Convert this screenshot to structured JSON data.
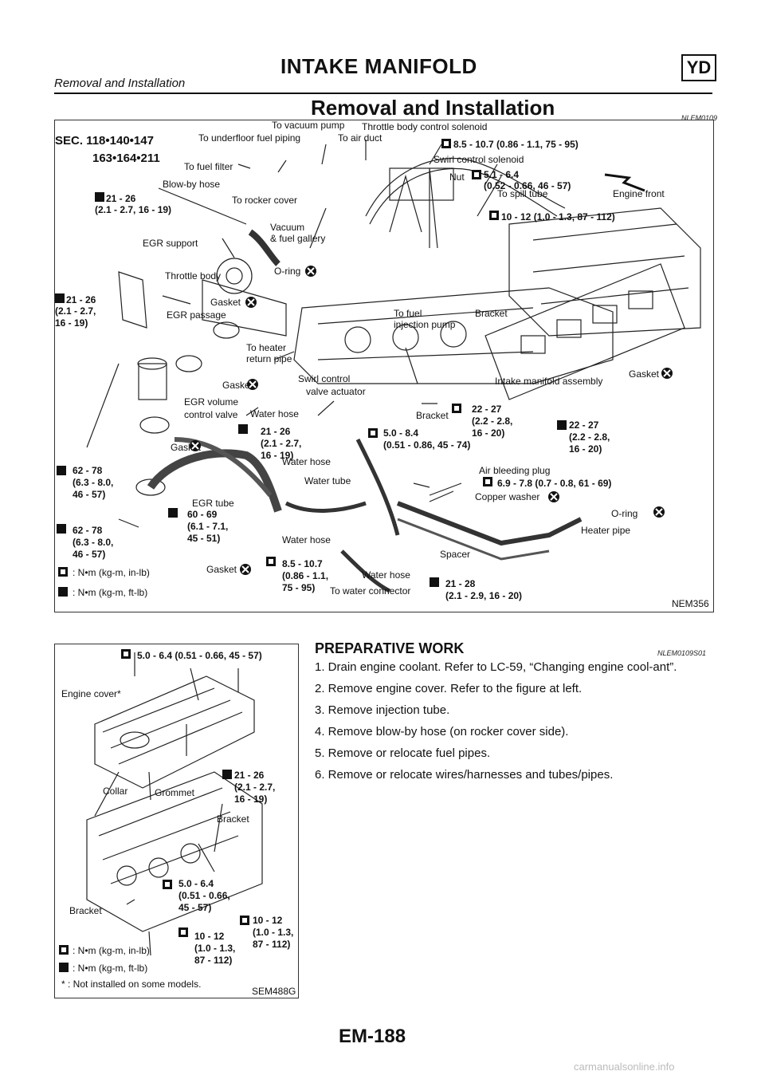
{
  "header": {
    "title": "INTAKE MANIFOLD",
    "badge": "YD",
    "subtitle": "Removal and Installation"
  },
  "section": {
    "title": "Removal and Installation",
    "ref": "NLEM0109"
  },
  "figure1": {
    "sec_line1": "SEC. 118•140•147",
    "sec_line2": "163•164•211",
    "code": "NEM356",
    "labels": {
      "to_vacuum_pump": "To vacuum pump",
      "throttle_solenoid": "Throttle body control solenoid",
      "to_underfloor": "To underfloor fuel piping",
      "to_air_duct": "To air duct",
      "torque_85_top": "8.5 - 10.7 (0.86 - 1.1, 75 - 95)",
      "to_fuel_filter": "To fuel filter",
      "swirl_solenoid": "Swirl control solenoid",
      "nut": "Nut",
      "torque_51_a": "5.1 - 6.4",
      "torque_51_b": "(0.52 - 0.66, 46 - 57)",
      "engine_front": "Engine front",
      "blowby": "Blow-by hose",
      "to_spill": "To spill tube",
      "torque_21_a1": "21 - 26",
      "torque_21_a2": "(2.1 - 2.7, 16 - 19)",
      "to_rocker": "To rocker cover",
      "torque_10_top": "10 - 12 (1.0 - 1.3, 87 - 112)",
      "vacuum1": "Vacuum",
      "vacuum2": "& fuel gallery",
      "egr_support": "EGR support",
      "throttle_body": "Throttle body",
      "oring1": "O-ring",
      "torque_21_b1": "21 - 26",
      "torque_21_b2": "(2.1 - 2.7,",
      "torque_21_b3": "16 - 19)",
      "gasket1": "Gasket",
      "egr_passage": "EGR passage",
      "to_fuel_inj1": "To fuel",
      "to_fuel_inj2": "injection pump",
      "bracket1": "Bracket",
      "gasket2": "Gasket",
      "to_heater1": "To heater",
      "to_heater2": "return pipe",
      "swirl_act1": "Swirl control",
      "swirl_act2": "valve actuator",
      "intake_assy": "Intake manifold assembly",
      "gasket3": "Gasket",
      "egr_vol1": "EGR volume",
      "egr_vol2": "control valve",
      "water_hose1": "Water hose",
      "bracket2": "Bracket",
      "torque_22_a1": "22 - 27",
      "torque_22_a2": "(2.2 - 2.8,",
      "torque_22_a3": "16 - 20)",
      "torque_22_b1": "22 - 27",
      "torque_22_b2": "(2.2 - 2.8,",
      "torque_22_b3": "16 - 20)",
      "gasket4": "Gasket",
      "torque_21_c1": "21 - 26",
      "torque_21_c2": "(2.1 - 2.7,",
      "torque_21_c3": "16 - 19)",
      "torque_50_a1": "5.0 - 8.4",
      "torque_50_a2": "(0.51 - 0.86, 45 - 74)",
      "water_hose2": "Water hose",
      "torque_62_a1": "62 - 78",
      "torque_62_a2": "(6.3 - 8.0,",
      "torque_62_a3": "46 - 57)",
      "air_bleed": "Air bleeding plug",
      "torque_69": "6.9 - 7.8 (0.7 - 0.8, 61 - 69)",
      "water_tube": "Water tube",
      "copper": "Copper washer",
      "egr_tube": "EGR tube",
      "torque_60_1": "60 - 69",
      "torque_60_2": "(6.1 - 7.1,",
      "torque_60_3": "45 - 51)",
      "oring2": "O-ring",
      "heater_pipe": "Heater pipe",
      "torque_62_b1": "62 - 78",
      "torque_62_b2": "(6.3 - 8.0,",
      "torque_62_b3": "46 - 57)",
      "water_hose3": "Water hose",
      "spacer": "Spacer",
      "gasket5": "Gasket",
      "torque_85_b1": "8.5 - 10.7",
      "torque_85_b2": "(0.86 - 1.1,",
      "torque_85_b3": "75 - 95)",
      "water_hose4": "Water hose",
      "to_water_conn": "To water connector",
      "torque_21_d1": "21 - 28",
      "torque_21_d2": "(2.1 - 2.9, 16 - 20)",
      "legend_inlb": ": N•m (kg-m, in-lb)",
      "legend_ftlb": ": N•m (kg-m, ft-lb)"
    }
  },
  "figure2": {
    "code": "SEM488G",
    "labels": {
      "torque_50_top": "5.0 - 6.4 (0.51 - 0.66, 45 - 57)",
      "engine_cover": "Engine cover*",
      "torque_21_1": "21 - 26",
      "torque_21_2": "(2.1 - 2.7,",
      "torque_21_3": "16 - 19)",
      "collar": "Collar",
      "grommet": "Grommet",
      "bracket1": "Bracket",
      "torque_50_b1": "5.0 - 6.4",
      "torque_50_b2": "(0.51 - 0.66,",
      "torque_50_b3": "45 - 57)",
      "bracket2": "Bracket",
      "torque_10_a1": "10 - 12",
      "torque_10_a2": "(1.0 - 1.3,",
      "torque_10_a3": "87 - 112)",
      "torque_10_b1": "10 - 12",
      "torque_10_b2": "(1.0 - 1.3,",
      "torque_10_b3": "87 - 112)",
      "legend_inlb": ": N•m (kg-m, in-lb)",
      "legend_ftlb": ": N•m (kg-m, ft-lb)",
      "legend_note": "* : Not installed on some models."
    }
  },
  "preparative": {
    "title": "PREPARATIVE WORK",
    "ref": "NLEM0109S01",
    "steps": [
      "1. Drain engine coolant. Refer to LC-59, “Changing engine cool-ant”.",
      "2. Remove engine cover. Refer to the figure at left.",
      "3. Remove injection tube.",
      "4. Remove blow-by hose (on rocker cover side).",
      "5. Remove or relocate fuel pipes.",
      "6. Remove or relocate wires/harnesses and tubes/pipes."
    ]
  },
  "page_number": "EM-188",
  "watermark": "carmanualsonline.info"
}
